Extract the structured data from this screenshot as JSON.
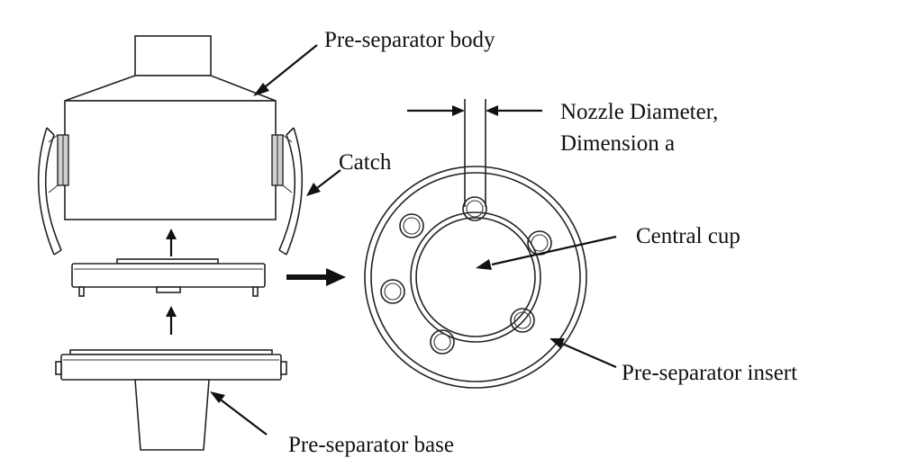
{
  "labels": {
    "body": "Pre-separator body",
    "catch": "Catch",
    "nozzle_line1": "Nozzle Diameter,",
    "nozzle_line2": "Dimension a",
    "central_cup": "Central cup",
    "insert": "Pre-separator insert",
    "base": "Pre-separator base"
  }
}
